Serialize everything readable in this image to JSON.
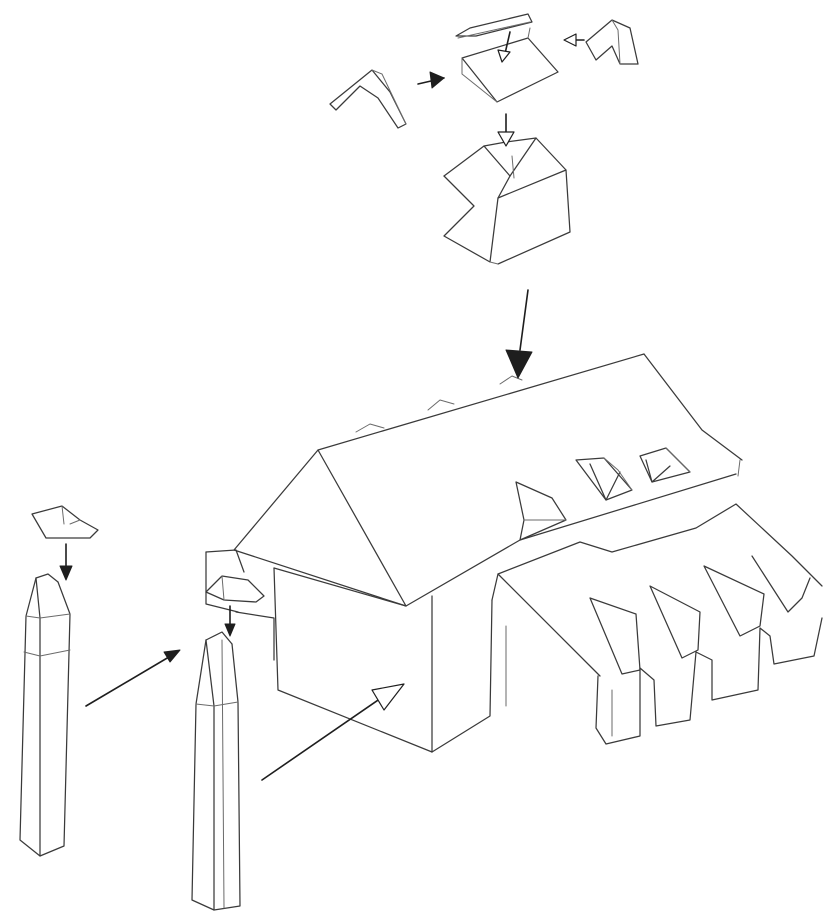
{
  "figure": {
    "style": "pencil sketch",
    "background": "#ffffff",
    "stroke_color": "#3a3a3a"
  },
  "icons": {
    "arrow": "arrow-icon"
  },
  "parts": [
    "roof-panel-top",
    "dormer-gable-left",
    "dormer-gable-right",
    "dormer-roof-plate",
    "dormer-assembled",
    "main-building",
    "gable-roof",
    "annex-sawtooth-roof",
    "tower-left",
    "tower-right",
    "tower-caps"
  ]
}
